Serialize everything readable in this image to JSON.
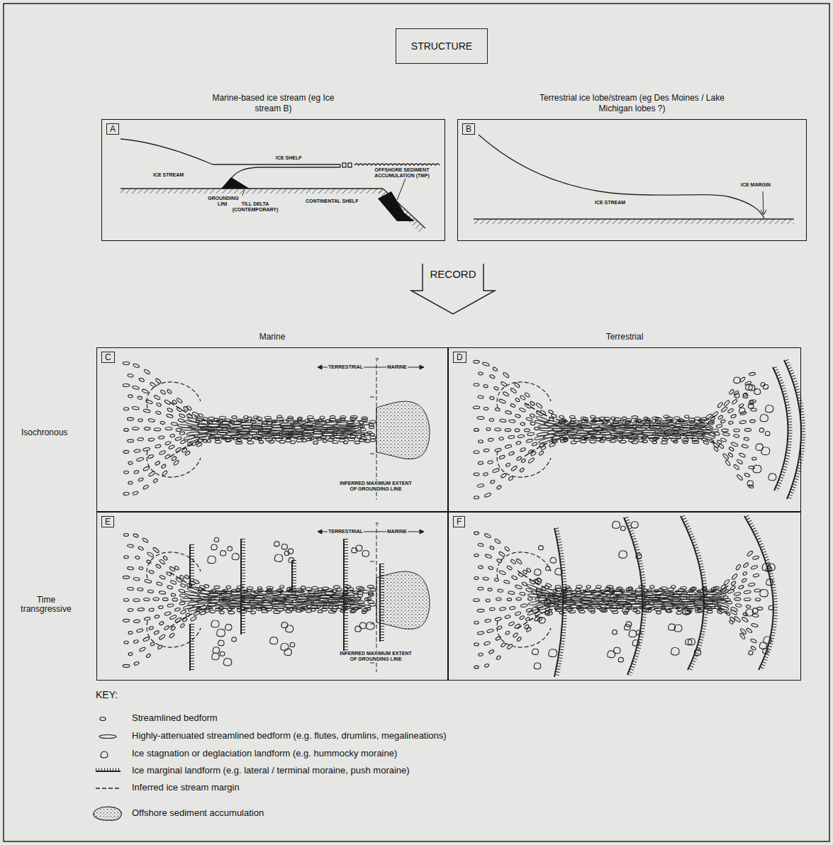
{
  "diagram": {
    "nodes": [
      {
        "text": [
          "STRUCTURE"
        ]
      },
      {
        "text": [
          "Marine-based ice stream (eg Ice stream B)",
          "A"
        ]
      },
      {
        "text": [
          "Terrestrial ice lobe/stream (eg Des Moines / Lake Michigan lobes ?)",
          "B"
        ]
      },
      {
        "text": [
          "RECORD"
        ]
      },
      {
        "text": [
          "Marine",
          "C"
        ]
      },
      {
        "text": [
          "Terrestrial",
          "D"
        ]
      },
      {
        "text": [
          "E"
        ]
      },
      {
        "text": [
          "F"
        ]
      }
    ],
    "labels": [
      "Isochronous",
      "Time transgressive",
      "ICE SHELF",
      "ICE STREAM",
      "GROUNDING LINE",
      "TILL DELTA (CONTEMPORARY)",
      "OFFSHORE SEDIMENT ACCUMULATION (TMF)",
      "CONTINENTAL SHELF",
      "ICE STREAM",
      "ICE MARGIN",
      "TERRESTRIAL",
      "?",
      "MARINE",
      "INFERRED MAXIMUM EXTENT OF GROUNDING LINE",
      "TERRESTRIAL",
      "?",
      "MARINE",
      "INFERRED MAXIMUM EXTENT OF GROUNDING LINE",
      "KEY:"
    ],
    "legend": [
      {
        "text": "Streamlined bedform"
      },
      {
        "text": "Highly-attenuated streamlined bedform (e.g. flutes, drumlins, megalineations)"
      },
      {
        "text": "Ice stagnation or deglaciation landform (e.g. hummocky moraine)"
      },
      {
        "text": "Ice marginal landform (e.g. lateral / terminal moraine, push moraine)"
      },
      {
        "text": "Inferred ice stream margin"
      },
      {
        "text": "Offshore sediment accumulation"
      }
    ]
  }
}
